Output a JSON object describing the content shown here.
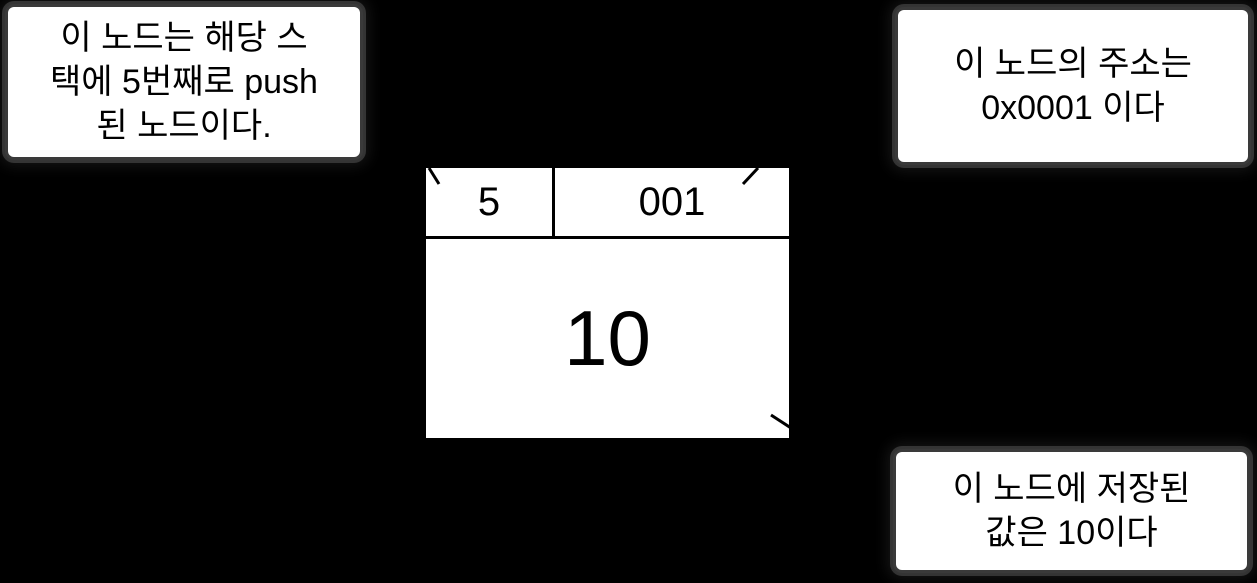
{
  "callouts": {
    "push_order": {
      "lines": [
        "이 노드는 해당 스",
        "택에 5번째로 push",
        "된 노드이다."
      ]
    },
    "address": {
      "lines": [
        "이 노드의 주소는",
        "0x0001 이다"
      ]
    },
    "value": {
      "lines": [
        "이 노드에 저장된",
        "값은 10이다"
      ]
    }
  },
  "node": {
    "push_index": "5",
    "address": "001",
    "value": "10"
  },
  "colors": {
    "background": "#000000",
    "box_fill": "#ffffff",
    "text": "#000000",
    "connector_line": "#000000",
    "sketch_edge": "#8c8c8c"
  }
}
